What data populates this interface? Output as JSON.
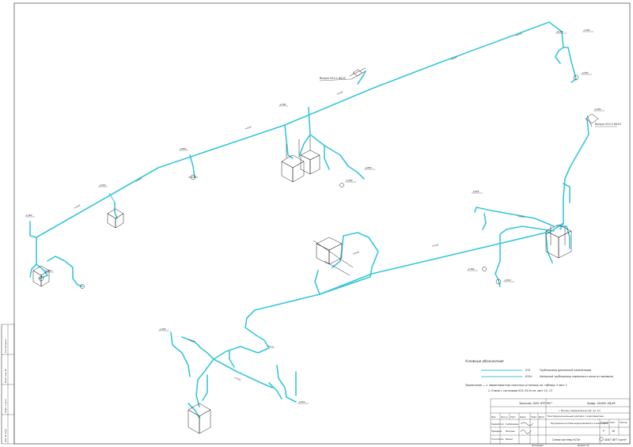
{
  "legend": {
    "title": "Условные обозначения",
    "items": [
      {
        "code": "К13",
        "text": "Трубопровод дренажной канализации",
        "color": "#38c6d9"
      },
      {
        "code": "К13н",
        "text": "Напорный трубопровод перекачки стоков из приямков",
        "color": "#38c6d9"
      }
    ]
  },
  "notes": {
    "line1": "Примечание — 1. Характеристику насосных установок см. таблицу 4 лист 1",
    "line2": "2. Планы с системами К13, К13н см. лист 10, 13"
  },
  "riser_labels": {
    "top_left": "Выпуск К13-1 Ф110",
    "right": "Выпуск К13-2 Ф110"
  },
  "pipe_labels": [
    {
      "id": "a1",
      "text": "i=0,02"
    },
    {
      "id": "a2",
      "text": "i=0,02"
    },
    {
      "id": "a3",
      "text": "i=0,02"
    },
    {
      "id": "a4",
      "text": "i=0,02"
    },
    {
      "id": "a5",
      "text": "i=0,02"
    },
    {
      "id": "a6",
      "text": "i=0,02"
    },
    {
      "id": "a7",
      "text": "i=0,02"
    },
    {
      "id": "a8",
      "text": "i=0,02"
    },
    {
      "id": "a9",
      "text": "i=0,02"
    },
    {
      "id": "a10",
      "text": "i=0,02"
    },
    {
      "id": "a11",
      "text": "i=0,02"
    },
    {
      "id": "a12",
      "text": "i=0,02"
    }
  ],
  "elevations": [
    {
      "id": "e1",
      "text": "-4,380"
    },
    {
      "id": "e2",
      "text": "-4,380"
    },
    {
      "id": "e3",
      "text": "-4,500"
    },
    {
      "id": "e4",
      "text": "-4,850"
    },
    {
      "id": "e5",
      "text": "-4,380"
    },
    {
      "id": "e6",
      "text": "-4,250"
    },
    {
      "id": "e7",
      "text": "-4,380"
    },
    {
      "id": "e8",
      "text": "-4,500"
    },
    {
      "id": "e9",
      "text": "-4,380"
    },
    {
      "id": "e10",
      "text": "-4,850"
    },
    {
      "id": "e11",
      "text": "-4,380"
    },
    {
      "id": "e12",
      "text": "-4,500"
    },
    {
      "id": "e13",
      "text": "-4,380"
    },
    {
      "id": "e14",
      "text": "-4,850"
    },
    {
      "id": "e15",
      "text": "-4,380"
    },
    {
      "id": "e16",
      "text": "-4,500"
    }
  ],
  "title_block": {
    "customer": "Заказчик: ООО \"БРТ РУС\"",
    "code": "Шифр: 16/000.-РД-ВК",
    "address": "г. Москва, Садовническая наб., вл. 3-5",
    "object": "Многофункциональный комплекс с апартаментами",
    "system": "Внутренние системы водоснабжения и канализации",
    "stage_label": "Стадия",
    "sheet_label": "Лист",
    "sheets_label": "Листов",
    "stage": "Р",
    "sheet": "16",
    "drawing": "Схема системы К13н",
    "company": "ООО \"АЕТ групп\"",
    "rows": [
      {
        "role": "Разработал",
        "name": "Сибирякова"
      },
      {
        "role": "Проверил",
        "name": "Маслова"
      },
      {
        "role": "Н.контроль",
        "name": "Белый"
      }
    ],
    "header_cells": [
      "Изм.",
      "Кол.уч.",
      "Лист",
      "№док.",
      "Подп.",
      "Дата"
    ],
    "copied": "Копировал",
    "format": "Формат А1"
  },
  "side_stamp": {
    "cells": [
      "Согласовано",
      "Взам. инв. №",
      "Подп. и дата",
      "Инв. № подл."
    ]
  }
}
